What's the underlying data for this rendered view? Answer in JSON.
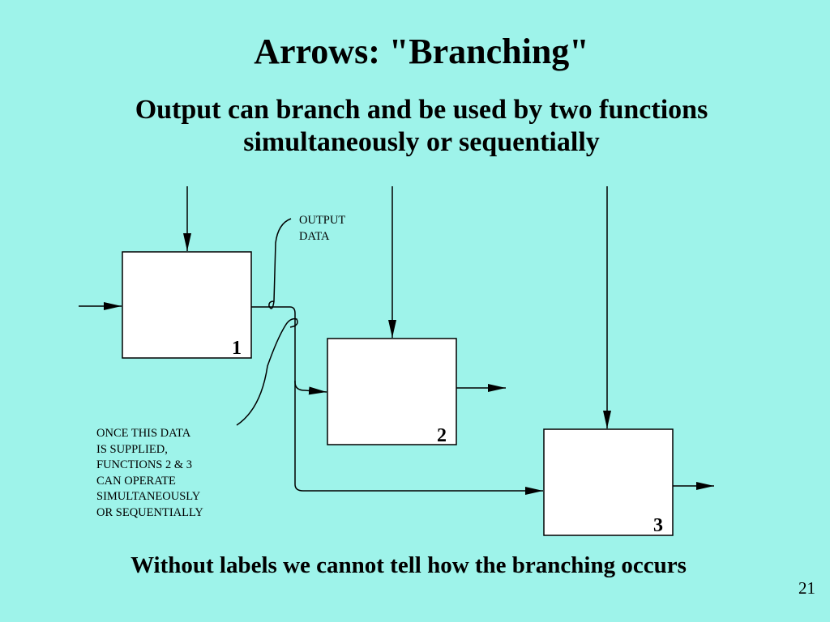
{
  "slide": {
    "title": "Arrows: \"Branching\"",
    "subtitle_lines": [
      "Output can branch and be used by two functions",
      "simultaneously or sequentially"
    ],
    "footer": "Without labels we cannot tell how the branching occurs",
    "page_number": "21"
  },
  "diagram": {
    "boxes": [
      {
        "number": "1"
      },
      {
        "number": "2"
      },
      {
        "number": "3"
      }
    ],
    "output_label_lines": [
      "OUTPUT",
      "DATA"
    ],
    "note_lines": [
      "ONCE THIS DATA",
      "IS SUPPLIED,",
      "FUNCTIONS 2 & 3",
      "CAN OPERATE",
      "SIMULTANEOUSLY",
      "OR SEQUENTIALLY"
    ]
  }
}
